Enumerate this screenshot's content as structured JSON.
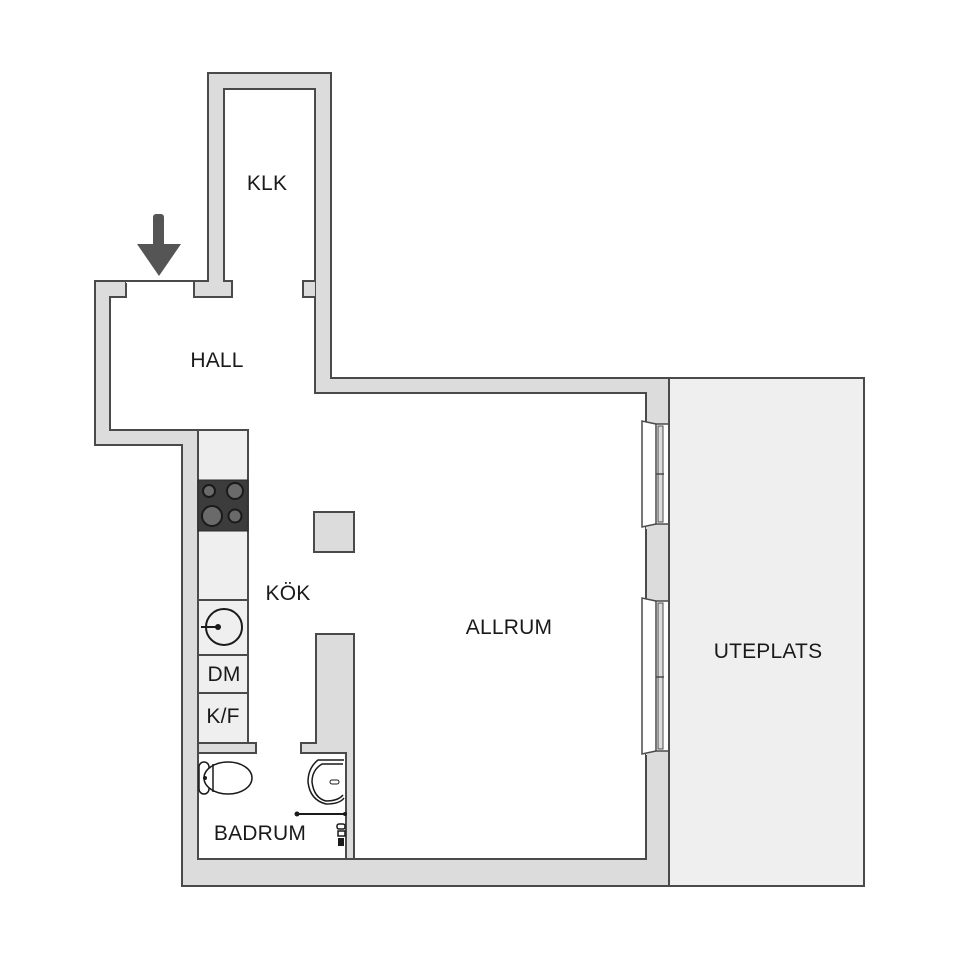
{
  "plan": {
    "type": "apartment floor plan",
    "colors": {
      "wall_fill": "#dcdcdc",
      "wall_stroke": "#4a4a4a",
      "room_fill": "#ffffff",
      "terrace_fill": "#efefef",
      "counter_fill": "#efefef",
      "stove_fill": "#3c3c3c",
      "arrow": "#555555"
    },
    "rooms": [
      {
        "id": "klk",
        "label": "KLK"
      },
      {
        "id": "hall",
        "label": "HALL"
      },
      {
        "id": "kok",
        "label": "KÖK"
      },
      {
        "id": "allrum",
        "label": "ALLRUM"
      },
      {
        "id": "badrum",
        "label": "BADRUM"
      },
      {
        "id": "uteplats",
        "label": "UTEPLATS"
      }
    ],
    "appliances": [
      {
        "id": "dm",
        "label": "DM"
      },
      {
        "id": "kf",
        "label": "K/F"
      }
    ],
    "fixtures": [
      "stove",
      "kitchen-sink",
      "toilet",
      "washbasin",
      "shower",
      "column"
    ],
    "entrance": {
      "icon": "entrance-arrow-icon"
    }
  }
}
